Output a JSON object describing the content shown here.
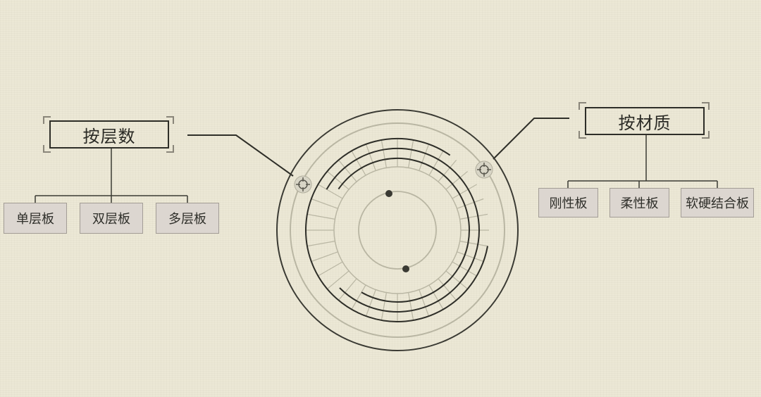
{
  "left_group": {
    "title": "按层数",
    "items": [
      "单层板",
      "双层板",
      "多层板"
    ]
  },
  "right_group": {
    "title": "按材质",
    "items": [
      "刚性板",
      "柔性板",
      "软硬结合板"
    ]
  },
  "colors": {
    "background": "#ece8d6",
    "line_dark": "#2e2e28",
    "line_light": "#b9b6a3",
    "leaf_fill": "#dcd6d0"
  },
  "icons": [
    "crosshair-icon",
    "crosshair-icon"
  ]
}
